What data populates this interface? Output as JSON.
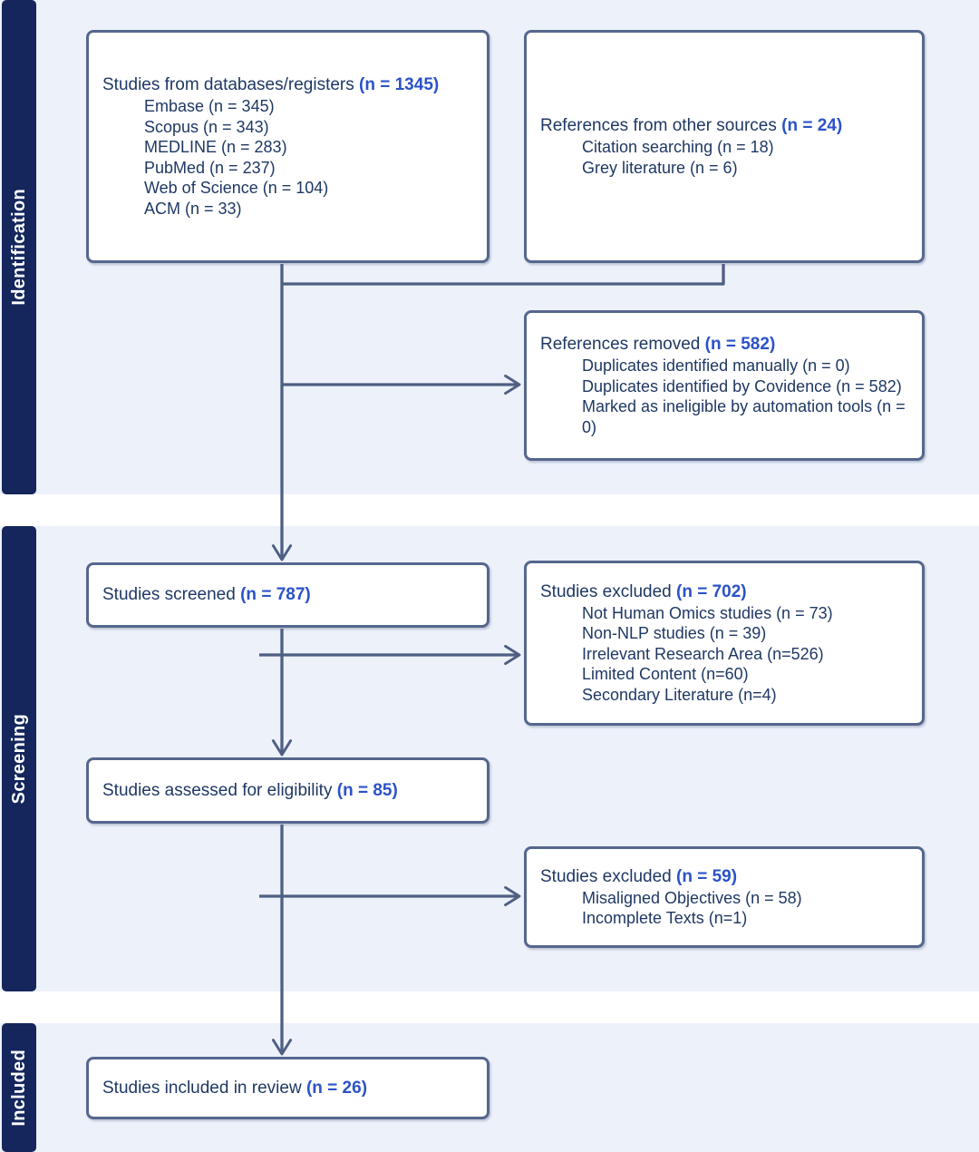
{
  "colors": {
    "band_bg": "#edf1fa",
    "sidebar_bg": "#14265c",
    "sidebar_text": "#ffffff",
    "box_border": "#56678e",
    "connector": "#4e5f82",
    "text": "#1f3864",
    "count_accent": "#2b52c8"
  },
  "sections": [
    {
      "label": "Identification"
    },
    {
      "label": "Screening"
    },
    {
      "label": "Included"
    }
  ],
  "boxes": [
    {
      "title": "Studies from databases/registers",
      "count": "(n = 1345)",
      "items": [
        "Embase (n = 345)",
        "Scopus (n = 343)",
        "MEDLINE (n = 283)",
        "PubMed (n = 237)",
        "Web of Science (n = 104)",
        "ACM (n = 33)"
      ]
    },
    {
      "title": "References from other sources",
      "count": "(n = 24)",
      "items": [
        "Citation searching (n = 18)",
        "Grey literature (n = 6)"
      ]
    },
    {
      "title": "References removed",
      "count": "(n = 582)",
      "items": [
        "Duplicates identified manually (n = 0)",
        "Duplicates identified by Covidence (n = 582)",
        "Marked as ineligible by automation tools (n = 0)"
      ]
    },
    {
      "title": "Studies screened",
      "count": "(n = 787)",
      "items": []
    },
    {
      "title": "Studies excluded",
      "count": "(n = 702)",
      "items": [
        "Not Human Omics studies (n = 73)",
        "Non-NLP studies (n = 39)",
        "Irrelevant Research Area (n=526)",
        "Limited Content (n=60)",
        "Secondary Literature (n=4)"
      ]
    },
    {
      "title": "Studies assessed for eligibility",
      "count": "(n = 85)",
      "items": []
    },
    {
      "title": "Studies excluded",
      "count": "(n = 59)",
      "items": [
        "Misaligned Objectives (n = 58)",
        "Incomplete Texts (n=1)"
      ]
    },
    {
      "title": "Studies included in review",
      "count": "(n = 26)",
      "items": []
    }
  ]
}
